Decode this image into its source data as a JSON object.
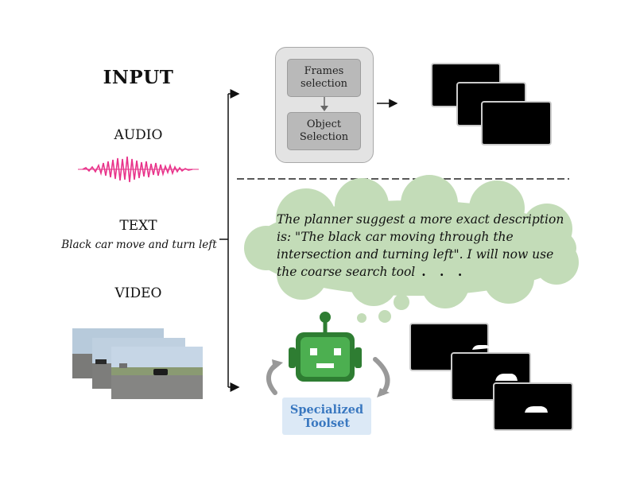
{
  "input_section": {
    "title": "INPUT",
    "audio_label": "AUDIO",
    "text_label": "TEXT",
    "text_caption": "Black car move and turn left",
    "video_label": "VIDEO"
  },
  "pipeline_top": {
    "stage_1": "Frames selection",
    "stage_2": "Object Selection"
  },
  "planner": {
    "thought": "The planner suggest a more exact description is: \"The black car moving through the intersection and turning left\". I will now use the coarse search tool",
    "ellipsis": ". . .",
    "tool_label": "Specialized Toolset"
  },
  "colors": {
    "audio_wave": "#e8338a",
    "cloud": "#c3dcb8",
    "robot": "#4caf50",
    "toolset_bg": "#dce9f6",
    "toolset_text": "#3a78c0",
    "panel_bg": "#e3e3e3",
    "stage_bg": "#b9b9b9"
  },
  "icons": [
    "audio-waveform-icon",
    "robot-icon",
    "cycle-arrow-icon",
    "mask-frame-icon",
    "video-frame-icon"
  ]
}
